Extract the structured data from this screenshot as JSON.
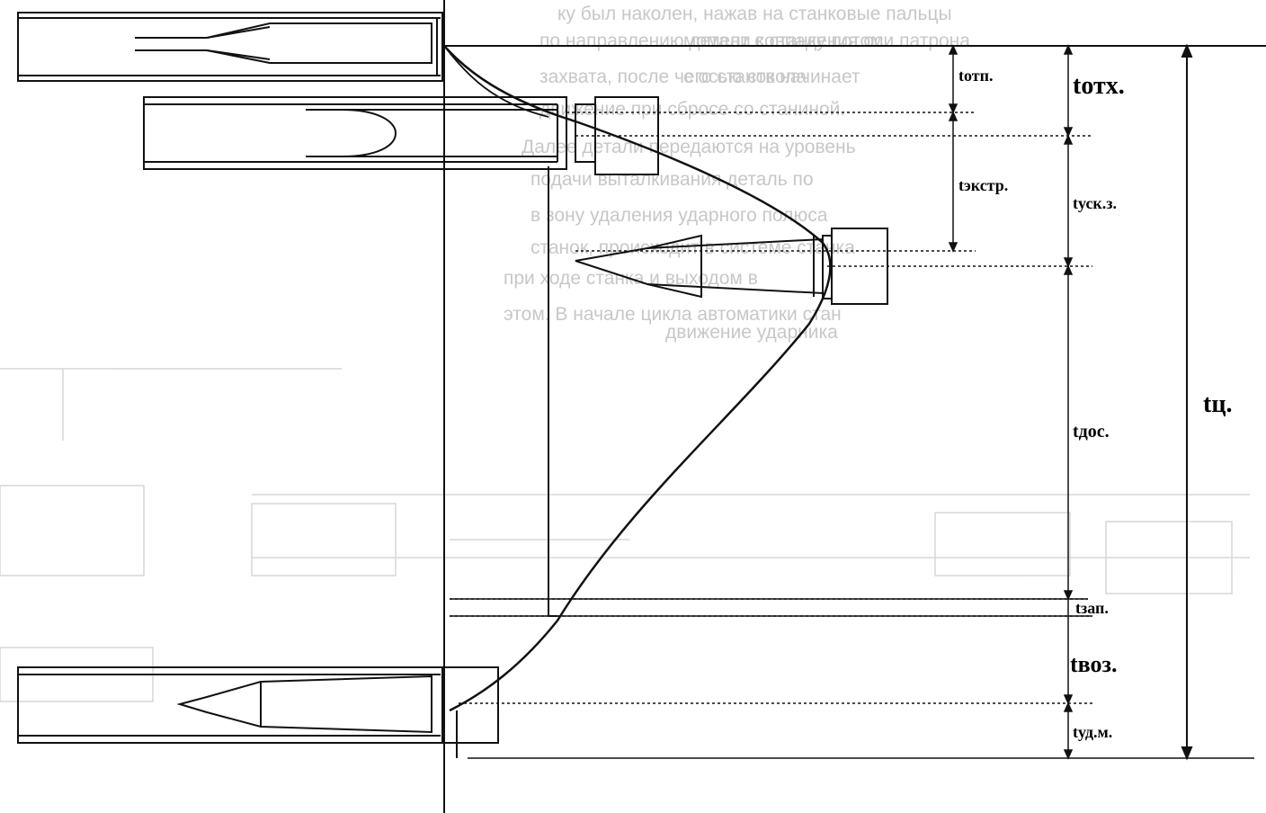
{
  "background_text": {
    "lines": [
      "ку был наколен, нажав на станковые пальцы",
      "по направлению детали к станку потом",
      "захвата, после чего станок начинает",
      "движение при сбросе со станиной.",
      "Далее детали передаются на уровень",
      "подачи выталкивания деталь по",
      "в зону удаления ударного полюса",
      "станок, происходит в системе станка",
      "при ходе станка и выходом в",
      "этом. В начале цикла автоматики стан"
    ],
    "right_lines": [
      "момент совпадения оси патрона",
      "с осью ствола",
      "движение ударника"
    ]
  },
  "labels": {
    "t_otp": "tотп.",
    "t_otkh": "tотх.",
    "t_ekstr": "tэкстр.",
    "t_usk_z": "tуск.з.",
    "t_dos": "tдос.",
    "t_ts": "tц.",
    "t_zap": "tзап.",
    "t_voz": "tвоз.",
    "t_ud_m": "tуд.м."
  },
  "colors": {
    "line": "#111111",
    "ghost": "#a0a0a0",
    "background": "#ffffff"
  }
}
